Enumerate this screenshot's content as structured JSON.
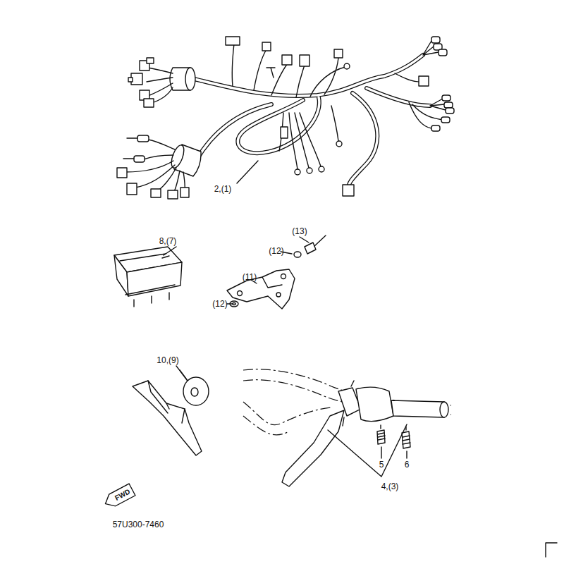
{
  "diagram": {
    "nodes": [
      {
        "text": [
          "FWD"
        ]
      }
    ],
    "labels": [
      "2,(1)",
      "8,(7)",
      "(13)",
      "(12)",
      "(11)",
      "(12)",
      "10,(9)",
      "5",
      "6",
      "4,(3)",
      "57U300-7460"
    ]
  }
}
